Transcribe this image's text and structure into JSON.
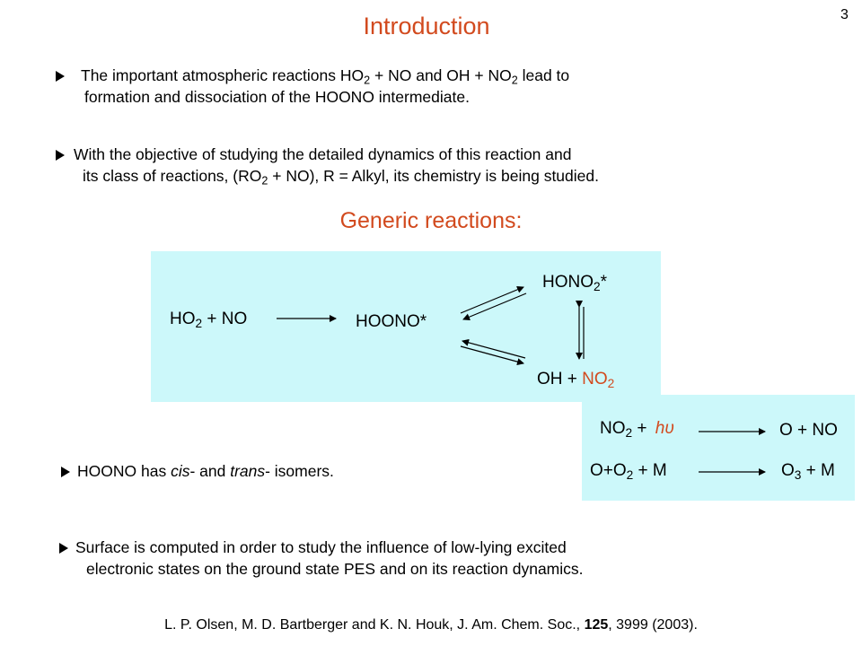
{
  "slide": {
    "title": "Introduction",
    "page_number": "3",
    "bullets": [
      {
        "line1_parts": [
          "The important atmospheric reactions HO",
          "2",
          " + NO and OH + NO",
          "2",
          " lead to"
        ],
        "line2": "formation and dissociation of the HOONO  intermediate."
      },
      {
        "line1": "With the objective of studying the detailed dynamics of this reaction and",
        "line2_parts": [
          "its class of reactions, (RO",
          "2",
          " + NO), R = Alkyl, its chemistry is being studied."
        ]
      }
    ],
    "subtitle": "Generic reactions:",
    "scheme": {
      "reactant_parts": [
        "HO",
        "2",
        " + NO"
      ],
      "intermediate": "HOONO*",
      "top_product_parts": [
        "HONO",
        "2",
        "*"
      ],
      "bottom_product_parts": [
        "OH + ",
        "NO",
        "2"
      ]
    },
    "photo": {
      "r1_left_parts": [
        "NO",
        "2",
        " + "
      ],
      "r1_hv": "hυ",
      "r1_right": "O + NO",
      "r2_left_parts": [
        "O+O",
        "2",
        " + M"
      ],
      "r2_right_parts": [
        "O",
        "3",
        " + M"
      ]
    },
    "isomers": {
      "parts": [
        "HOONO  has ",
        "cis",
        "- and ",
        "trans",
        "- isomers."
      ]
    },
    "surface": {
      "line1": "Surface is computed in order to study the influence of low-lying excited",
      "line2": "electronic states on the ground state PES and on its reaction dynamics."
    },
    "reference": {
      "parts": [
        "L. P. Olsen, M. D. Bartberger and K. N. Houk, J. Am. Chem. Soc., ",
        "125",
        ", 3999 (2003)."
      ]
    },
    "colors": {
      "accent": "#d24a1e",
      "panel": "#ccf8fa"
    }
  }
}
